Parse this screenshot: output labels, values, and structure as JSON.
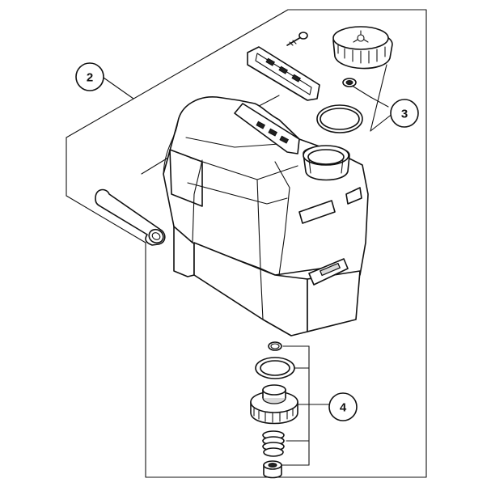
{
  "callouts": [
    {
      "id": "2",
      "label": "2"
    },
    {
      "id": "3",
      "label": "3"
    },
    {
      "id": "4",
      "label": "4"
    }
  ],
  "colors": {
    "line": "#111111",
    "background": "#ffffff"
  }
}
